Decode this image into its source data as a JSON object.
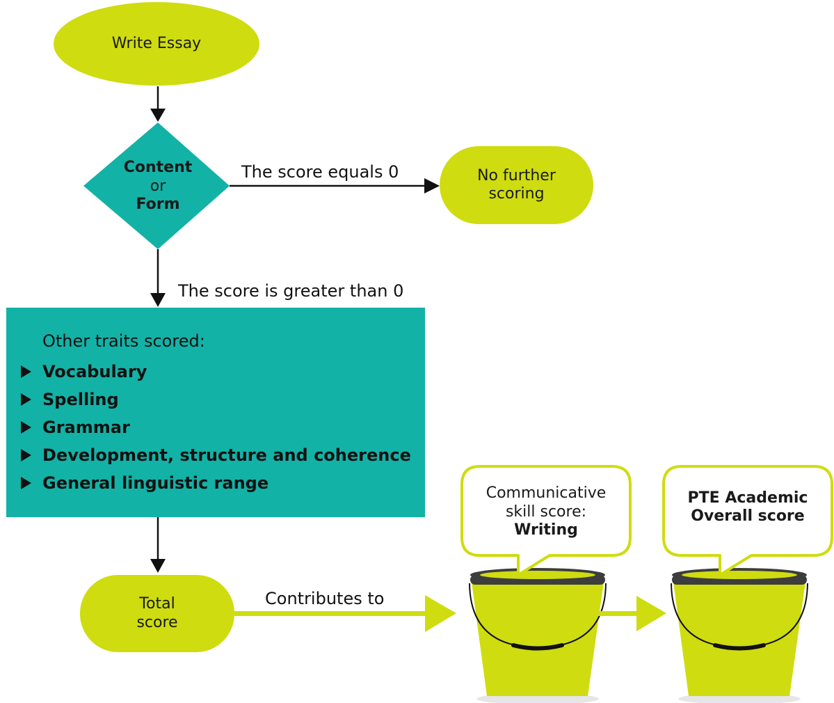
{
  "nodes": {
    "start": {
      "label": "Write Essay"
    },
    "decision": {
      "line1": "Content",
      "line2": "or",
      "line3": "Form"
    },
    "end_zero": {
      "line1": "No further",
      "line2": "scoring"
    },
    "traits": {
      "heading": "Other traits scored:",
      "items": [
        "Vocabulary",
        "Spelling",
        "Grammar",
        "Development, structure and coherence",
        "General linguistic range"
      ]
    },
    "total": {
      "line1": "Total",
      "line2": "score"
    }
  },
  "edges": {
    "equals_zero": "The score equals 0",
    "greater_than_zero": "The score is greater than 0",
    "contributes": "Contributes to"
  },
  "buckets": {
    "writing": {
      "line1": "Communicative",
      "line2": "skill score:",
      "line3": "Writing"
    },
    "overall": {
      "line1": "PTE Academic",
      "line2": "Overall score"
    }
  },
  "colors": {
    "lime": "#cfdc10",
    "teal": "#13b2a6",
    "bucket_rim": "#3d3d3d",
    "bucket_shadow": "#e6e6e6"
  }
}
